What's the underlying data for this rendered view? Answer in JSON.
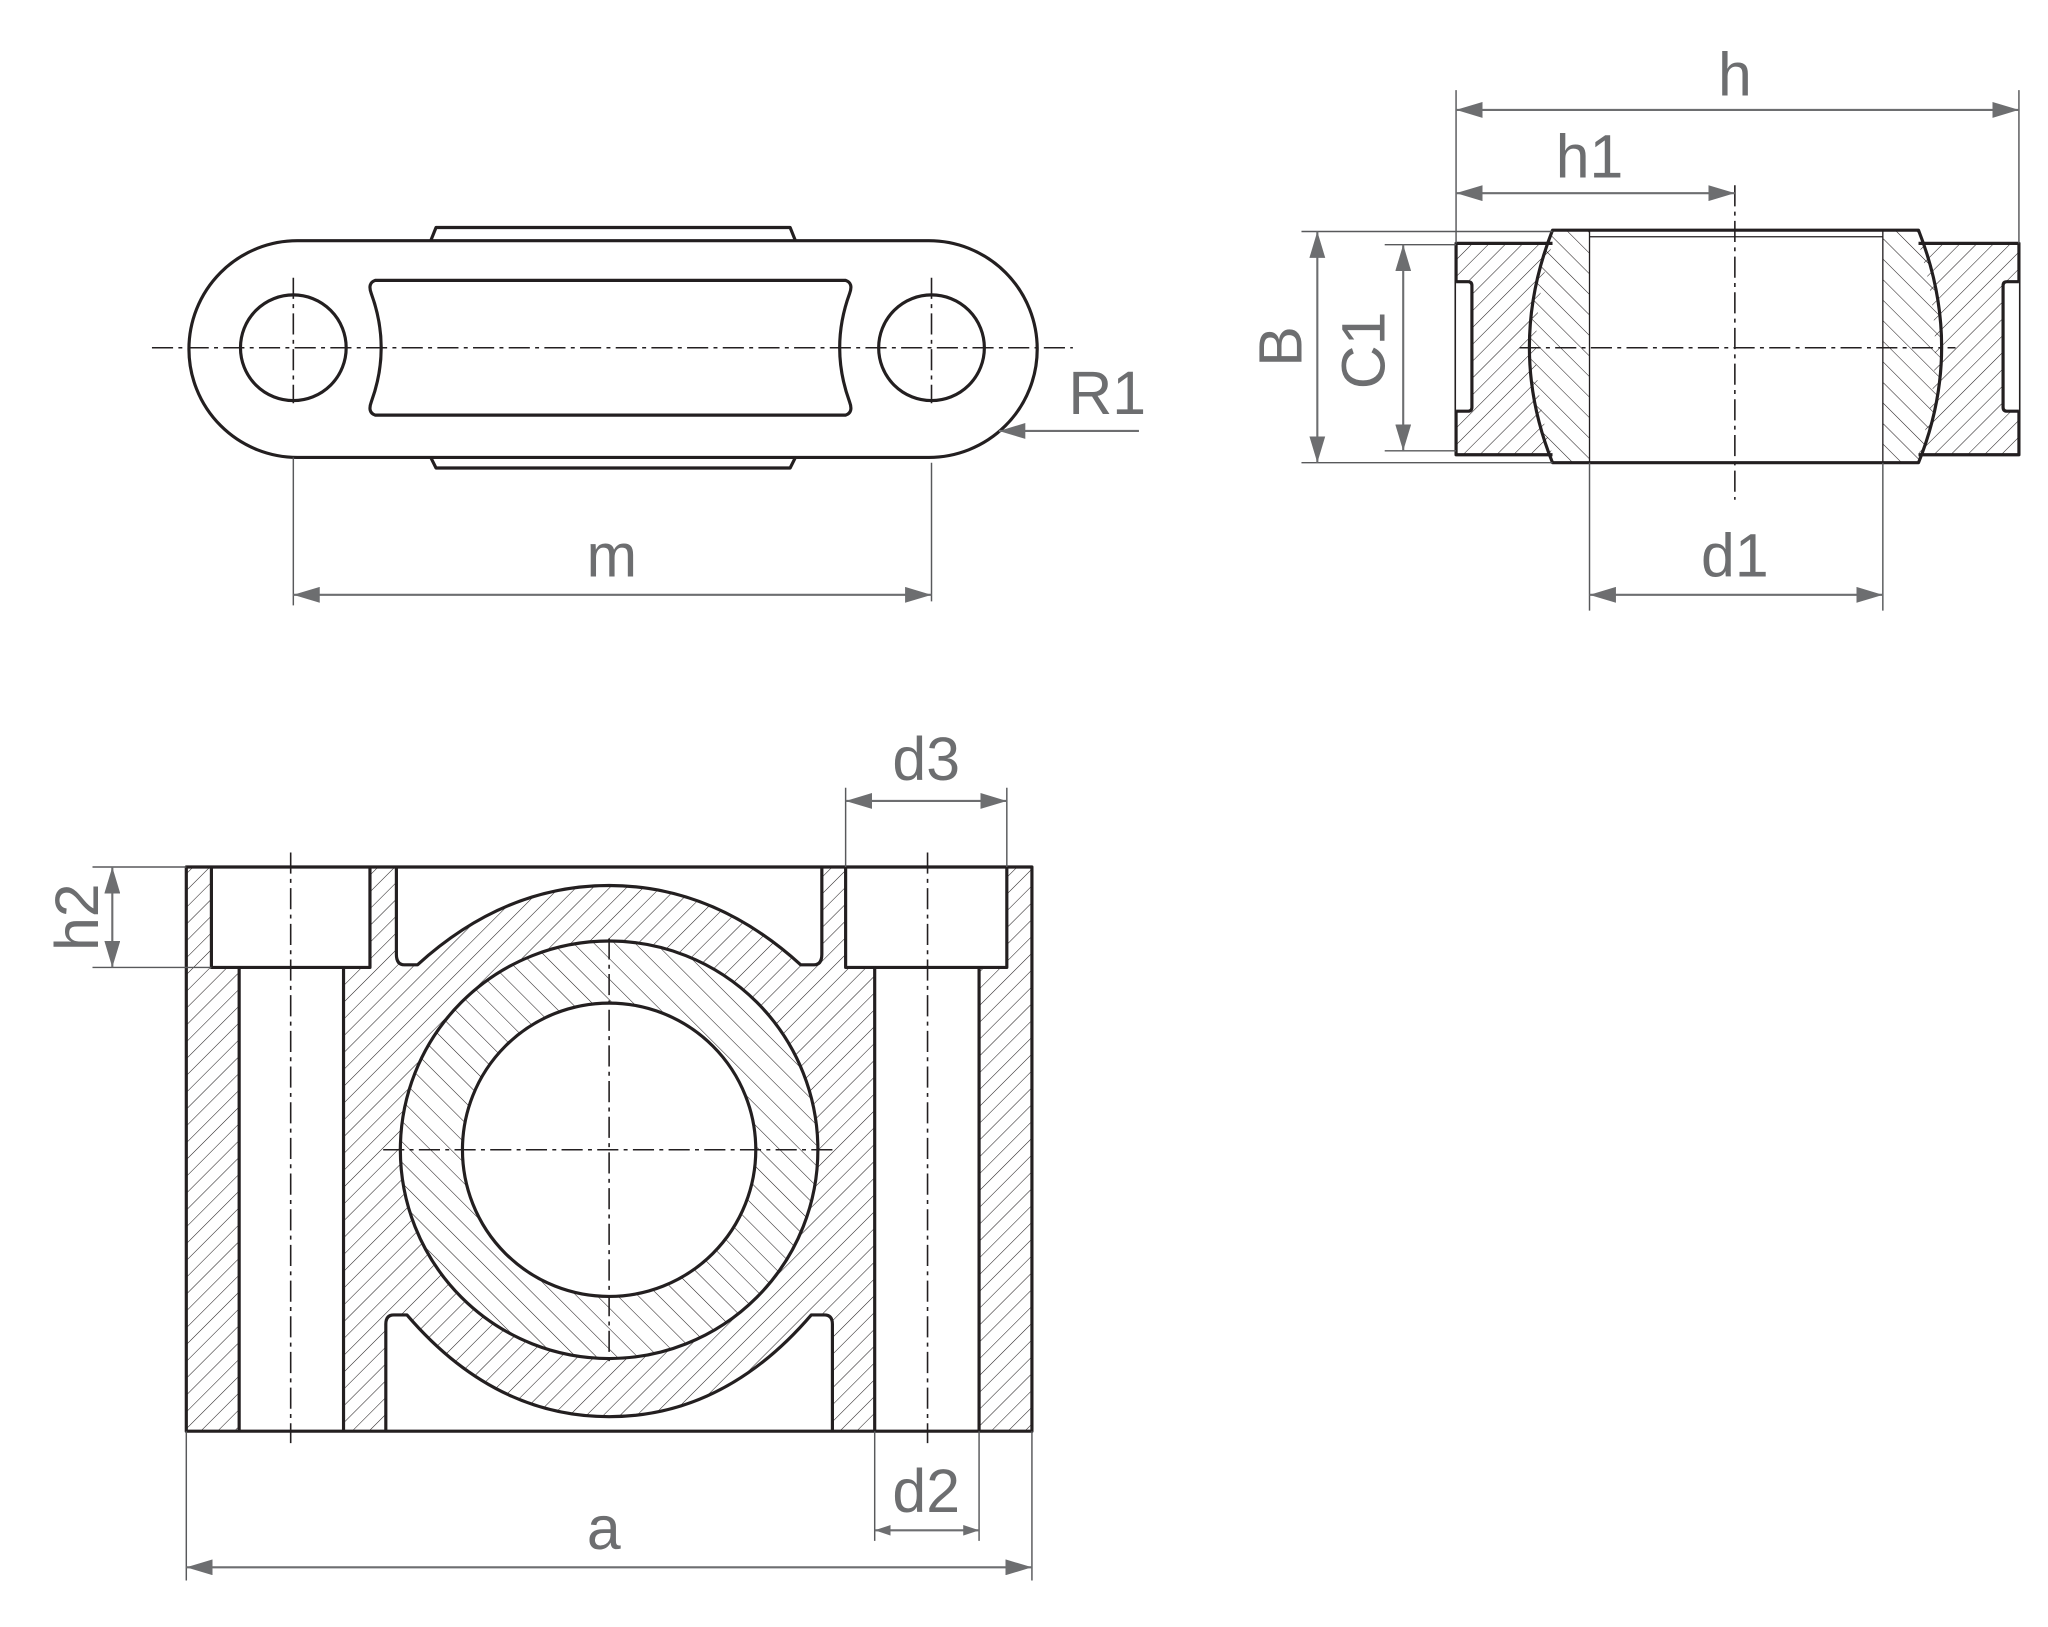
{
  "drawing": {
    "title": "Spherical plain bearing housing unit - technical dimension drawing",
    "colors": {
      "object_line": "#231f20",
      "dimension": "#6d6e70",
      "background": "#ffffff"
    },
    "views": {
      "top_view": {
        "labels": {
          "m": "m",
          "R1": "R1"
        }
      },
      "side_section": {
        "labels": {
          "h": "h",
          "h1": "h1",
          "B": "B",
          "C1": "C1",
          "d1": "d1"
        }
      },
      "front_section": {
        "labels": {
          "d3": "d3",
          "h2": "h2",
          "a": "a",
          "d2": "d2"
        }
      }
    }
  }
}
